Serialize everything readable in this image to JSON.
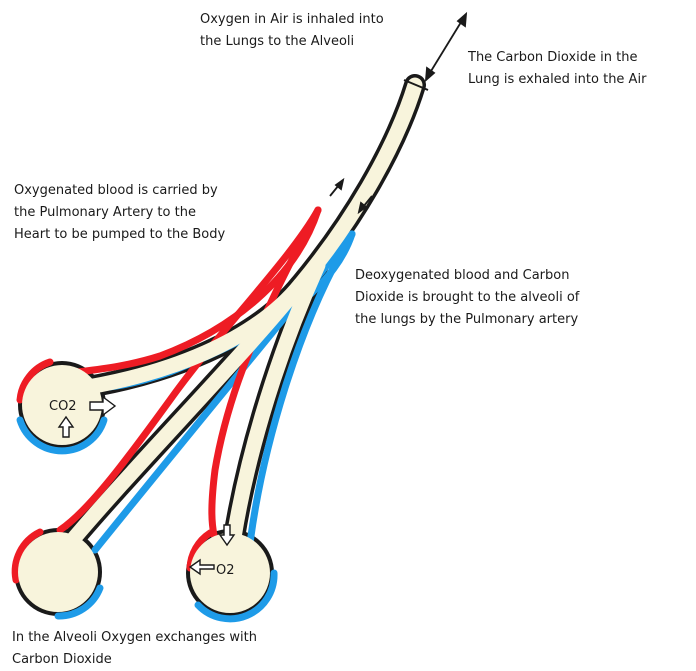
{
  "labels": {
    "inhale": [
      "Oxygen in Air is inhaled into",
      "the Lungs to the Alveoli"
    ],
    "exhale": [
      "The Carbon Dioxide in the",
      "Lung is exhaled into the Air"
    ],
    "oxygenated": [
      "Oxygenated blood is carried by",
      "the Pulmonary Artery to the",
      "Heart to be pumped to the Body"
    ],
    "deoxygenated": [
      "Deoxygenated blood and Carbon",
      "Dioxide is brought to the alveoli of",
      "the lungs by the Pulmonary artery"
    ],
    "exchange": [
      "In the Alveoli Oxygen exchanges with",
      "Carbon Dioxide"
    ]
  },
  "gases": {
    "co2": "CO2",
    "o2": "O2"
  },
  "colors": {
    "airway_fill": "#f8f4dc",
    "outline": "#1a1a1a",
    "oxygenated_vessel": "#ee1c24",
    "deoxygenated_vessel": "#1e9be8"
  }
}
